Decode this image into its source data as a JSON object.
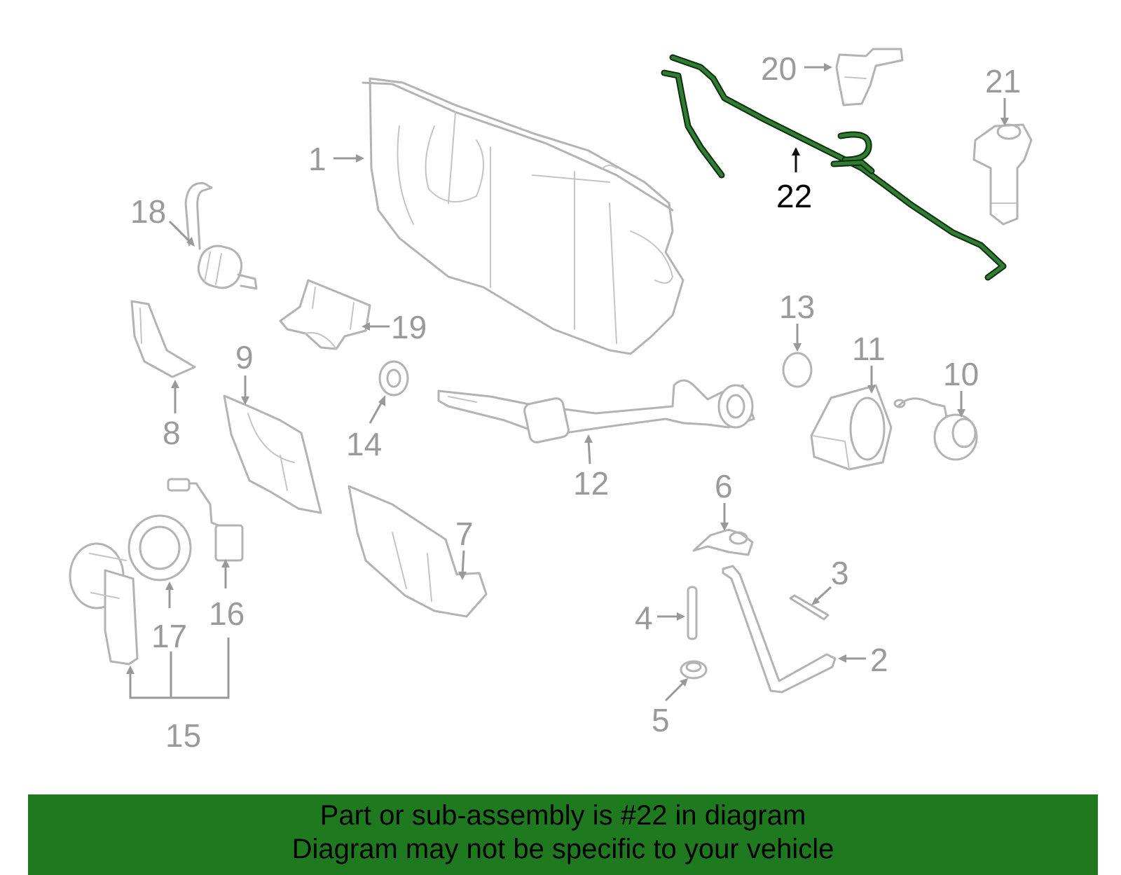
{
  "diagram": {
    "highlighted_part": "22",
    "callouts": [
      "1",
      "2",
      "3",
      "4",
      "5",
      "6",
      "7",
      "8",
      "9",
      "10",
      "11",
      "12",
      "13",
      "14",
      "15",
      "16",
      "17",
      "18",
      "19",
      "20",
      "21",
      "22"
    ]
  },
  "banner": {
    "line1": "Part or sub-assembly is #22 in diagram",
    "line2": "Diagram may not be specific to your vehicle",
    "background_color": "#1f7a1f"
  },
  "colors": {
    "part_line": "#b3b3b3",
    "highlight": "#2f7d32"
  }
}
